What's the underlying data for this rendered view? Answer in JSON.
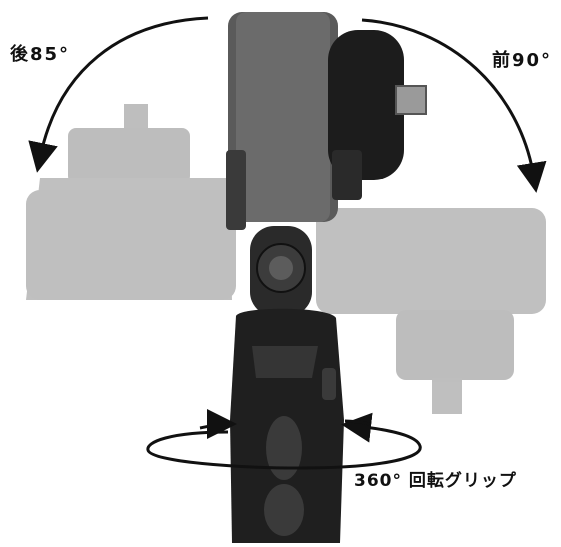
{
  "labels": {
    "back_tilt": "後85°",
    "front_tilt": "前90°",
    "rotation": "360° 回転グリップ"
  },
  "colors": {
    "background": "#ffffff",
    "ghost_body": "#8a8a8a",
    "tool_dark": "#1e1e1e",
    "arrow": "#111111"
  }
}
